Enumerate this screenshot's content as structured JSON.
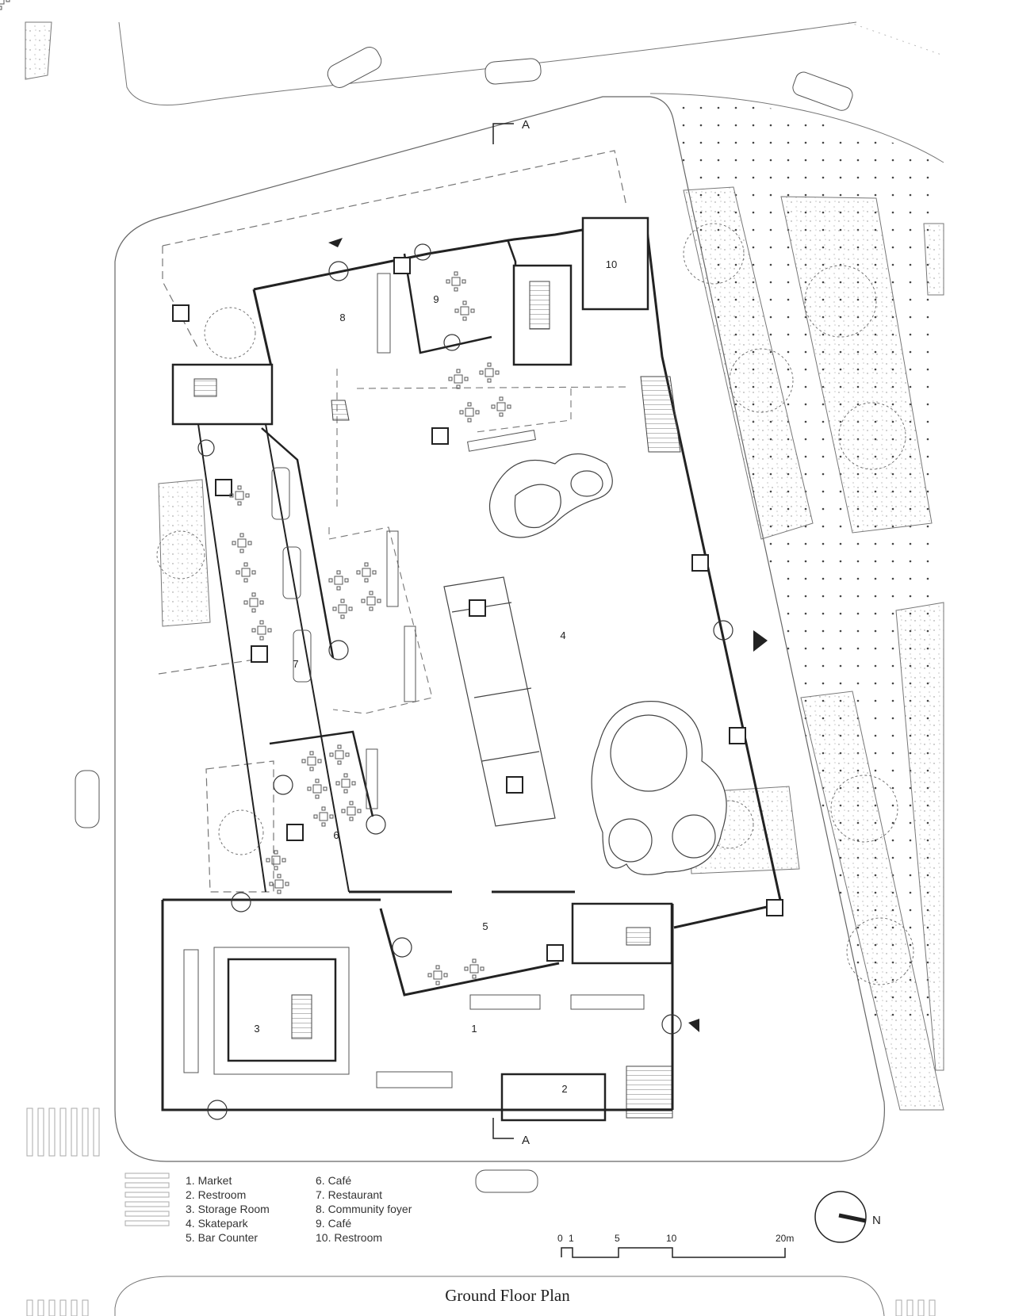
{
  "title": "Ground Floor Plan",
  "rooms": [
    {
      "num": "1",
      "name": "Market"
    },
    {
      "num": "2",
      "name": "Restroom"
    },
    {
      "num": "3",
      "name": "Storage Room"
    },
    {
      "num": "4",
      "name": "Skatepark"
    },
    {
      "num": "5",
      "name": "Bar Counter"
    },
    {
      "num": "6",
      "name": "Café"
    },
    {
      "num": "7",
      "name": "Restaurant"
    },
    {
      "num": "8",
      "name": "Community foyer"
    },
    {
      "num": "9",
      "name": "Café"
    },
    {
      "num": "10",
      "name": "Restroom"
    }
  ],
  "legend": {
    "col1": [
      "1. Market",
      "2. Restroom",
      "3. Storage Room",
      "4. Skatepark",
      "5. Bar Counter"
    ],
    "col2": [
      "6. Café",
      "7. Restaurant",
      "8. Community foyer",
      "9. Café",
      "10. Restroom"
    ]
  },
  "section_marker": "A",
  "north_label": "N",
  "scale_bar": {
    "ticks": [
      "0",
      "1",
      "5",
      "10",
      "20m"
    ]
  }
}
